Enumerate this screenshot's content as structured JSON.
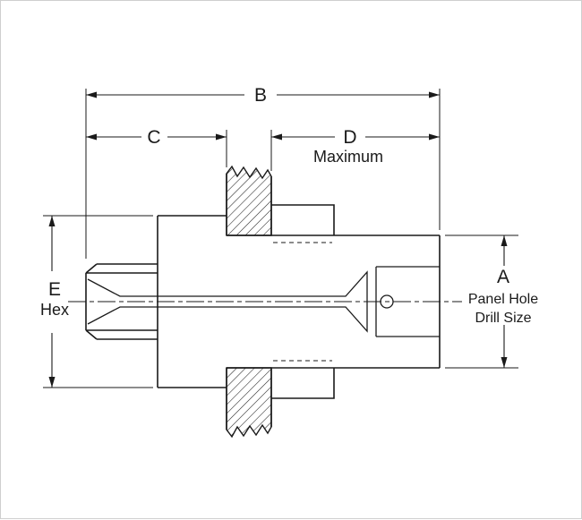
{
  "colors": {
    "ink": "#1a1a1a",
    "bg": "#ffffff"
  },
  "labels": {
    "dim_b": "B",
    "dim_c": "C",
    "dim_d": "D",
    "dim_d_note": "Maximum",
    "dim_e": "E",
    "dim_e_note": "Hex",
    "dim_a": "A",
    "dim_a_note_line1": "Panel Hole",
    "dim_a_note_line2": "Drill Size"
  }
}
